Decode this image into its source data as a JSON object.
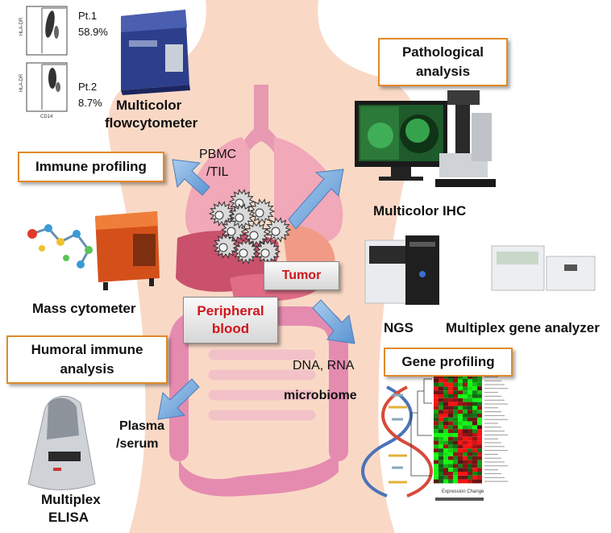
{
  "flow_panels": {
    "pt1_label": "Pt.1",
    "pt1_value": "58.9%",
    "pt2_label": "Pt.2",
    "pt2_value": "8.7%",
    "y_axis_label": "HLA-DR",
    "x_axis_label": "CD14"
  },
  "instruments": {
    "flowcytometer": [
      "Multicolor",
      "flowcytometer"
    ],
    "multicolor_ihc": "Multicolor IHC",
    "mass_cytometer": "Mass cytometer",
    "ngs": "NGS",
    "multiplex_gene_analyzer": "Multiplex gene analyzer",
    "multiplex_elisa": [
      "Multiplex",
      "ELISA"
    ]
  },
  "boxes": {
    "immune_profiling": "Immune profiling",
    "pathological_analysis": [
      "Pathological",
      "analysis"
    ],
    "humoral_immune_analysis": [
      "Humoral immune",
      "analysis"
    ],
    "gene_profiling": "Gene profiling",
    "tumor": "Tumor",
    "peripheral_blood": [
      "Peripheral",
      "blood"
    ]
  },
  "samples": {
    "pbmc_til": [
      "PBMC",
      "/TIL"
    ],
    "dna_rna": "DNA, RNA",
    "microbiome": "microbiome",
    "plasma_serum": [
      "Plasma",
      "/serum"
    ]
  },
  "heatmap": {
    "legend_title": "Expression Change"
  },
  "colors": {
    "body": "#f9d9c6",
    "box_border": "#e08a2a",
    "arrow": "#7aaee0",
    "tumor_text": "#d0161c"
  }
}
